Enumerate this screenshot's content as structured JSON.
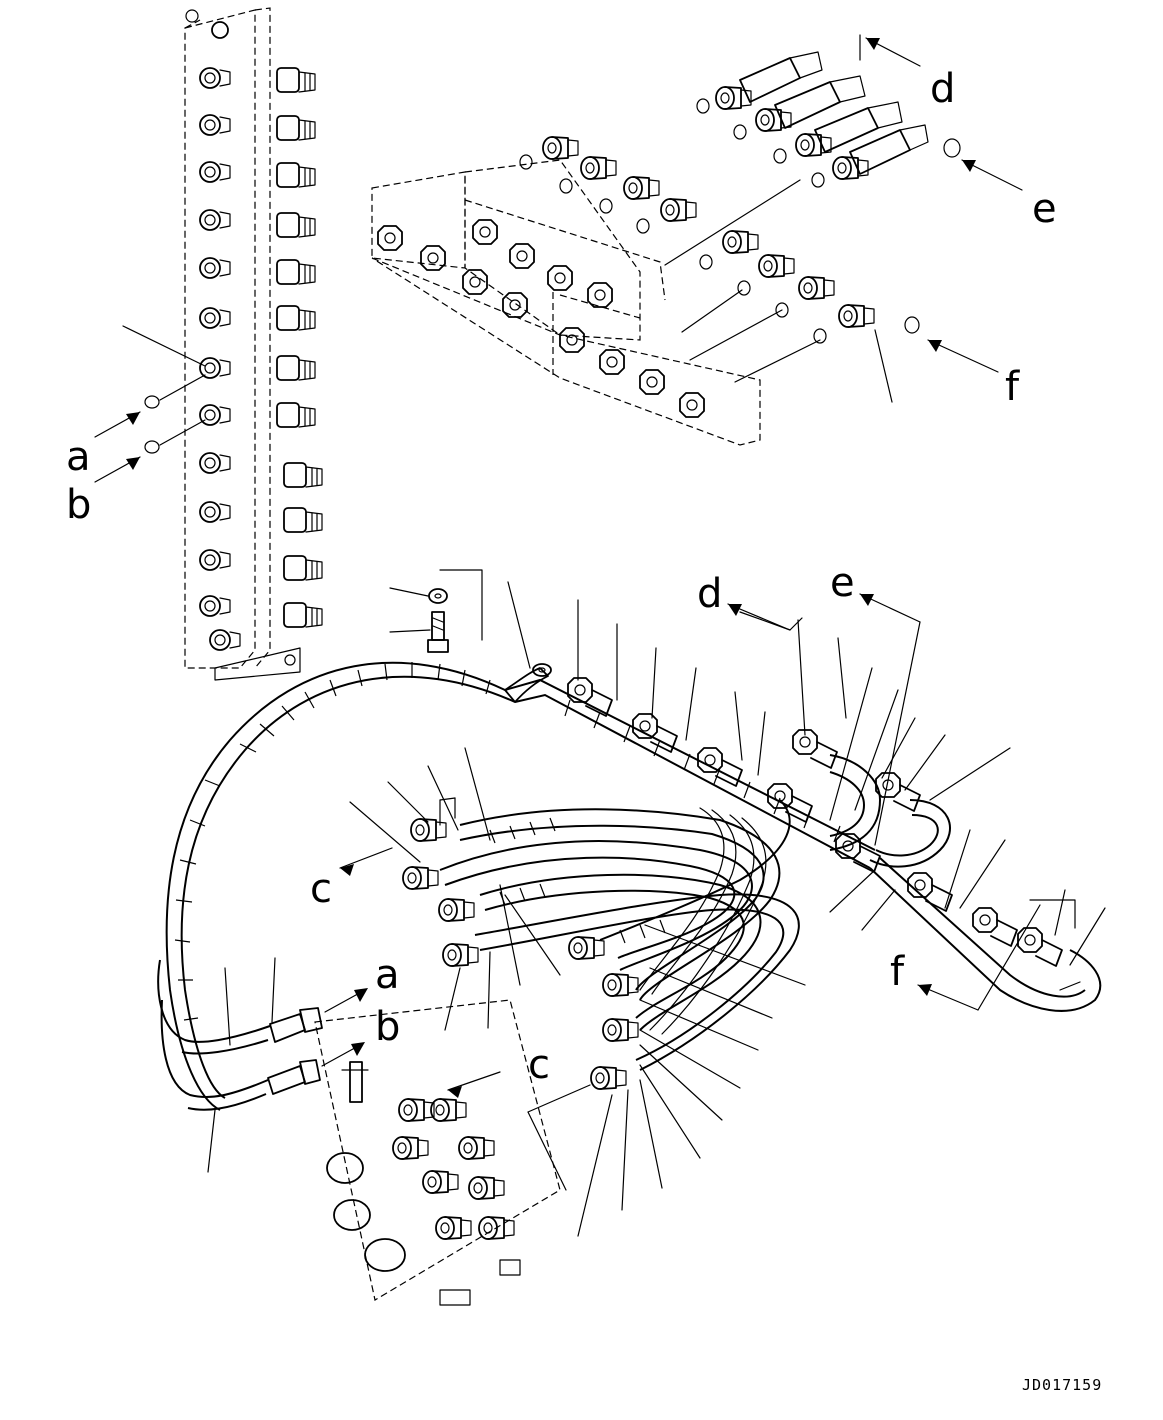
{
  "labels": {
    "a_top": "a",
    "b_top": "b",
    "d_top": "d",
    "e_top": "e",
    "f_top": "f",
    "d_mid": "d",
    "e_mid": "e",
    "c_left": "c",
    "a_bottom": "a",
    "b_bottom": "b",
    "c_bottom": "c",
    "f_bottom": "f"
  },
  "drawing_code": "JD017159",
  "icons": [
    "arrow-icon",
    "o-ring-icon",
    "fitting-icon",
    "bolt-icon",
    "washer-icon"
  ]
}
